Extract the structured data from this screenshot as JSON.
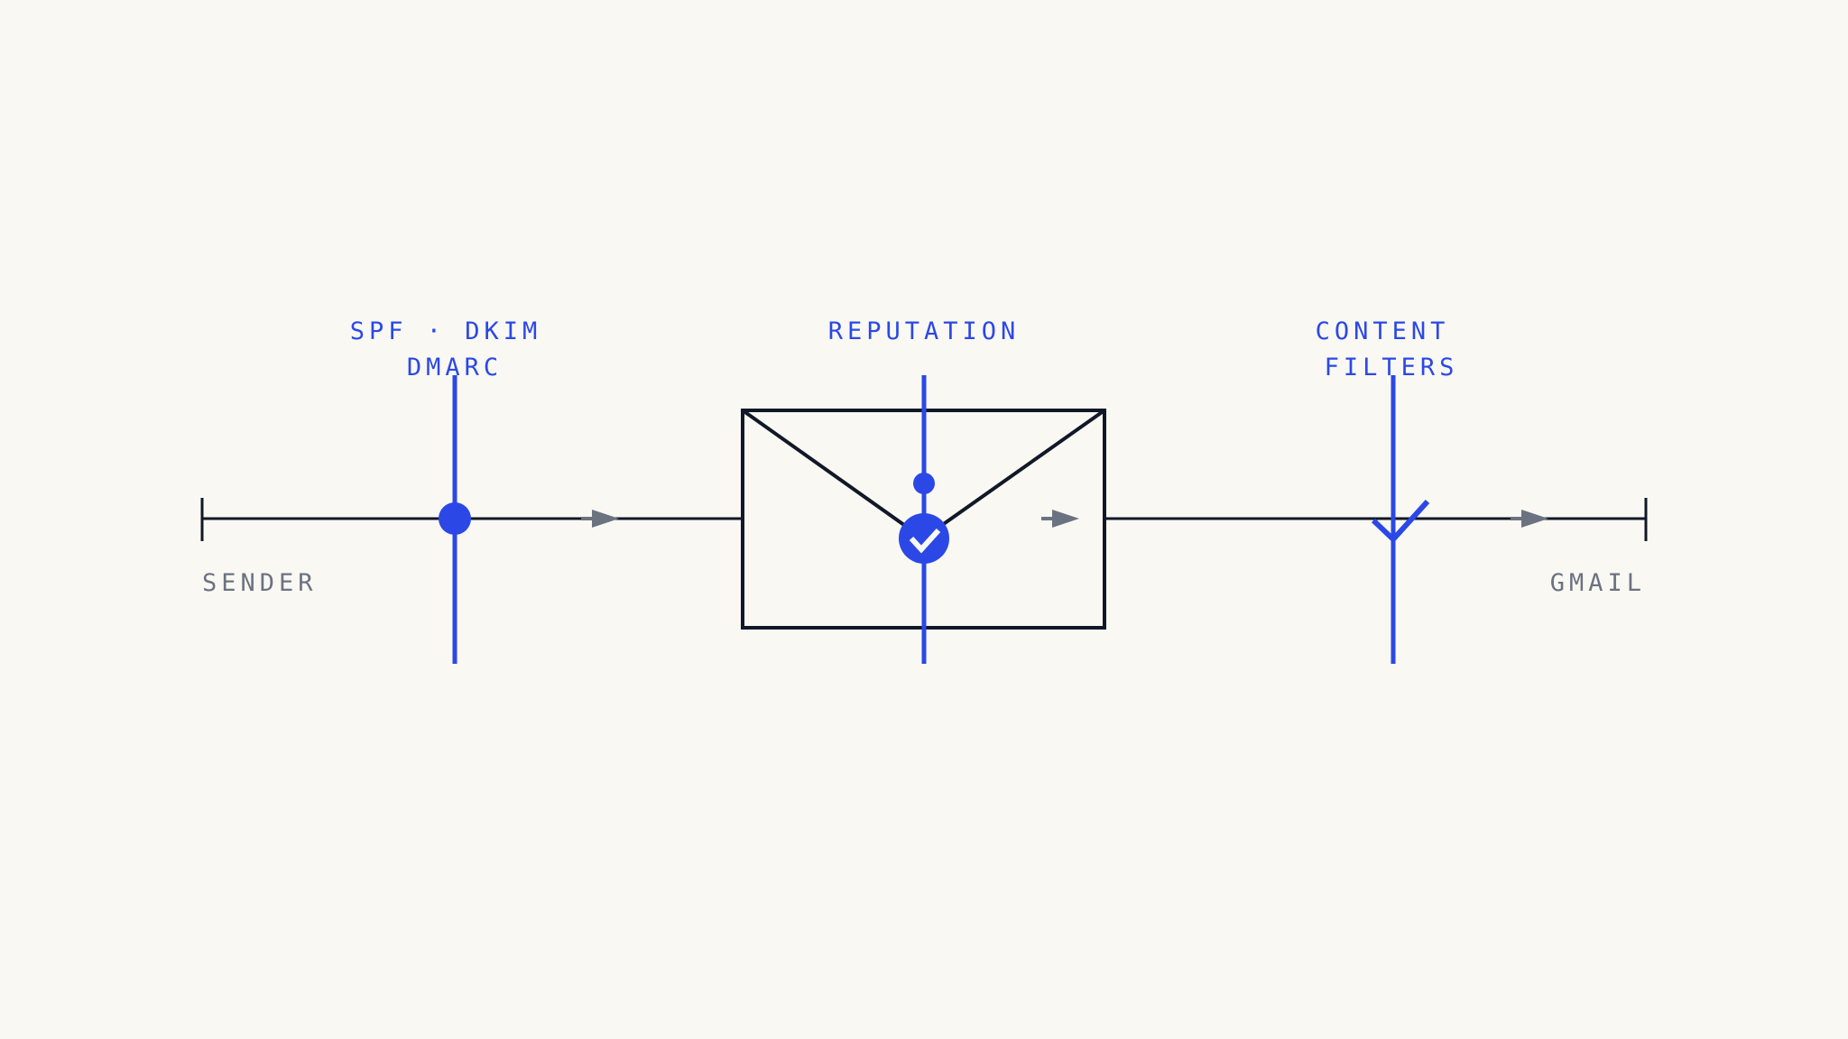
{
  "colors": {
    "background": "#f9f8f3",
    "ink": "#111827",
    "accent": "#2b48e6",
    "muted": "#6b7280"
  },
  "endpoints": {
    "start": "SENDER",
    "end": "GMAIL"
  },
  "checkpoints": [
    {
      "label_lines": [
        "SPF · DKIM",
        "DMARC"
      ],
      "marker": "dot-icon"
    },
    {
      "label_lines": [
        "REPUTATION"
      ],
      "marker": "check-badge-icon"
    },
    {
      "label_lines": [
        "CONTENT",
        "FILTERS"
      ],
      "marker": "check-mark-icon"
    }
  ],
  "icons": {
    "envelope": "envelope-icon",
    "flow_arrow": "arrow-right-icon"
  }
}
